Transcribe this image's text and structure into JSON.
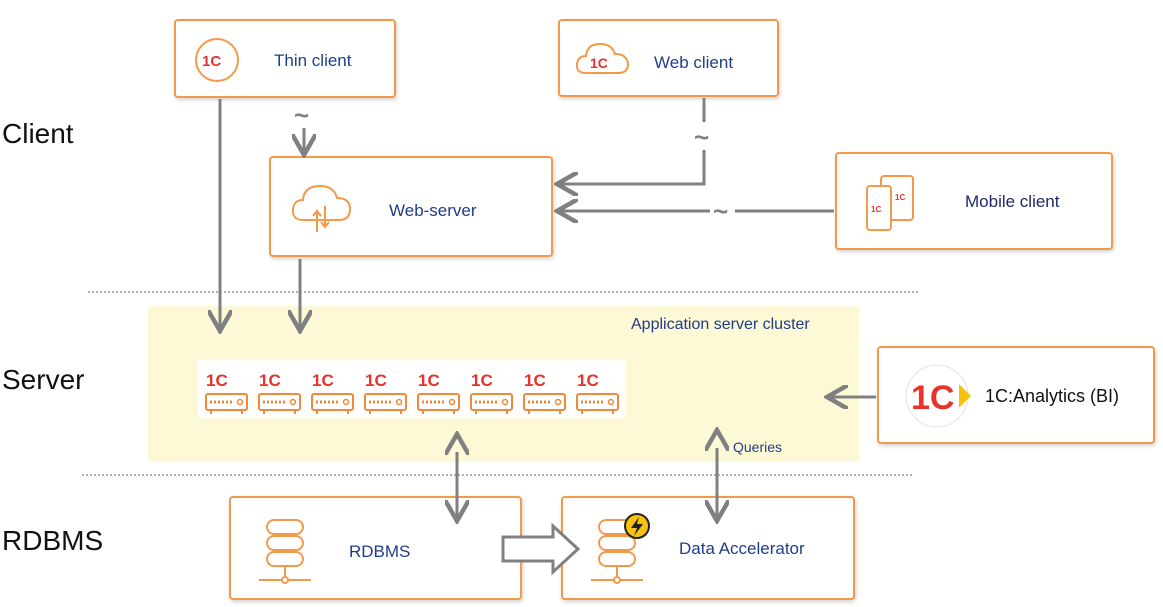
{
  "tiers": {
    "client": "Client",
    "server": "Server",
    "rdbms": "RDBMS"
  },
  "nodes": {
    "thin_client": "Thin client",
    "web_client": "Web client",
    "web_server": "Web-server",
    "mobile_client": "Mobile client",
    "app_cluster": "Application server cluster",
    "analytics": "1C:Analytics (BI)",
    "rdbms": "RDBMS",
    "data_accelerator": "Data Accelerator"
  },
  "edge_labels": {
    "queries": "Queries",
    "tilde": "~"
  },
  "cluster_node_count": 8,
  "logo_text": "1C",
  "colors": {
    "box_border": "#f39a4a",
    "cluster_bg": "#fdf8d5",
    "arrow": "#808080",
    "label_blue": "#1f3d8a",
    "logo_red": "#e8322b",
    "bolt_yellow": "#f6c20d"
  }
}
